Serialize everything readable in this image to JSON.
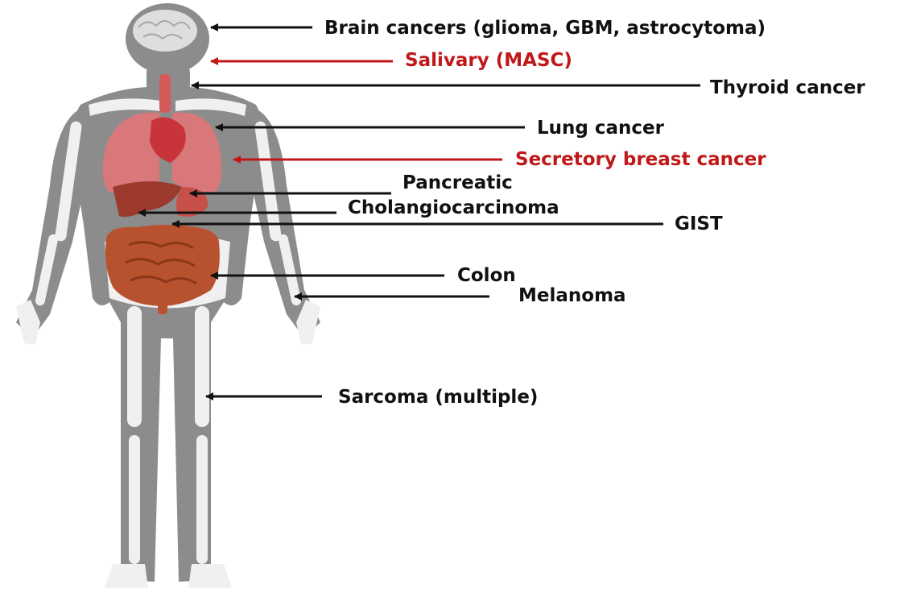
{
  "colors": {
    "background": "#ffffff",
    "body_silhouette": "#8c8c8c",
    "bone": "#f0f0f0",
    "organ_red": "#c8444a",
    "lung_pink": "#d9787a",
    "intestine_orange": "#b8522e",
    "label_black": "#111111",
    "label_red": "#c01818"
  },
  "labels": [
    {
      "id": "brain",
      "text": "Brain cancers (glioma, GBM, astrocytoma)",
      "color": "black"
    },
    {
      "id": "salivary",
      "text": "Salivary (MASC)",
      "color": "red"
    },
    {
      "id": "thyroid",
      "text": "Thyroid cancer",
      "color": "black"
    },
    {
      "id": "lung",
      "text": "Lung cancer",
      "color": "black"
    },
    {
      "id": "breast",
      "text": "Secretory breast cancer",
      "color": "red"
    },
    {
      "id": "pancreatic",
      "text": "Pancreatic",
      "color": "black"
    },
    {
      "id": "cholangio",
      "text": "Cholangiocarcinoma",
      "color": "black"
    },
    {
      "id": "gist",
      "text": "GIST",
      "color": "black"
    },
    {
      "id": "colon",
      "text": "Colon",
      "color": "black"
    },
    {
      "id": "melanoma",
      "text": "Melanoma",
      "color": "black"
    },
    {
      "id": "sarcoma",
      "text": "Sarcoma (multiple)",
      "color": "black"
    }
  ],
  "icons": [
    "human-body-icon",
    "brain-icon",
    "heart-icon",
    "lungs-icon",
    "liver-icon",
    "stomach-icon",
    "intestines-icon",
    "skeleton-icon"
  ]
}
